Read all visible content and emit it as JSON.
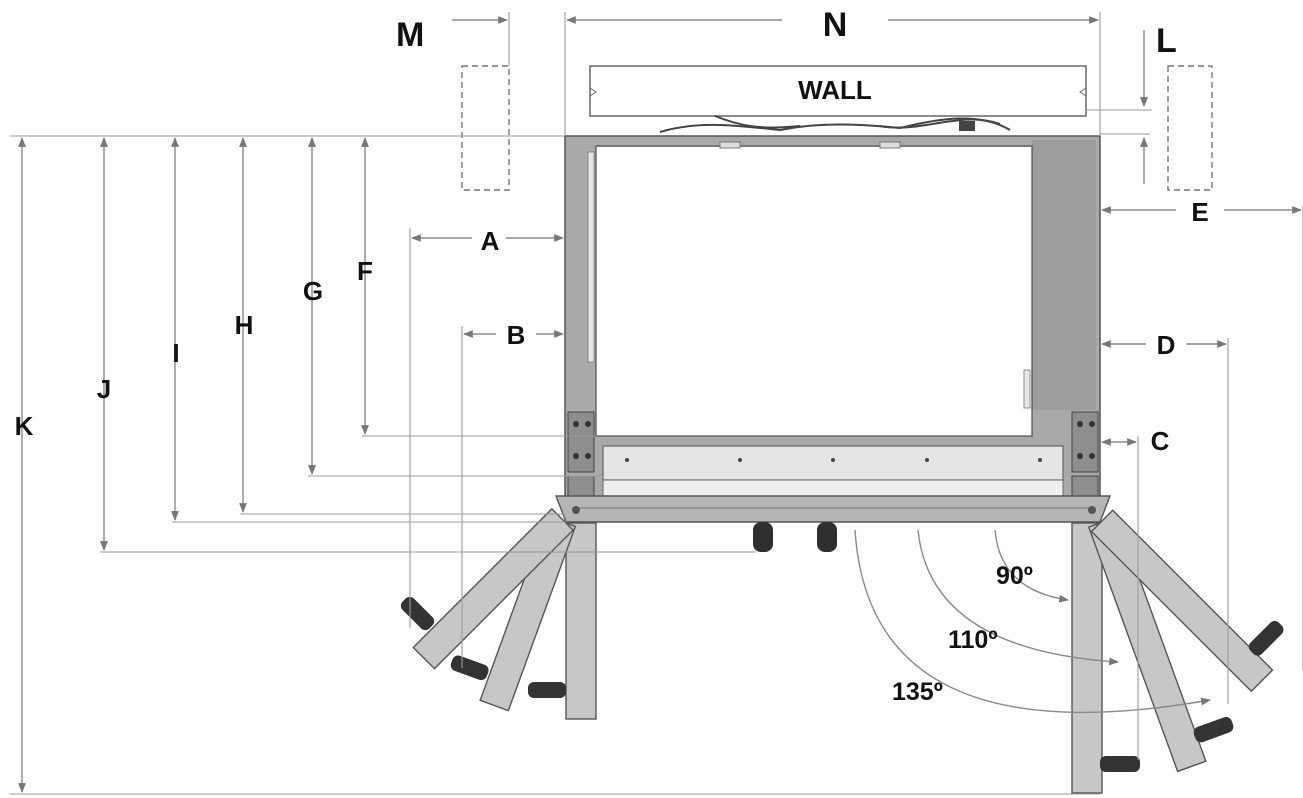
{
  "wall_label": "WALL",
  "dimension_labels": {
    "A": "A",
    "B": "B",
    "C": "C",
    "D": "D",
    "E": "E",
    "F": "F",
    "G": "G",
    "H": "H",
    "I": "I",
    "J": "J",
    "K": "K",
    "L": "L",
    "M": "M",
    "N": "N"
  },
  "door_angles": {
    "a90": "90º",
    "a110": "110º",
    "a135": "135º"
  },
  "colors": {
    "cabinet": "#a9a9a9",
    "door": "#c7c7c7",
    "door_edge": "#555555",
    "dimension_line": "#8a8a8a",
    "text": "#111111"
  }
}
